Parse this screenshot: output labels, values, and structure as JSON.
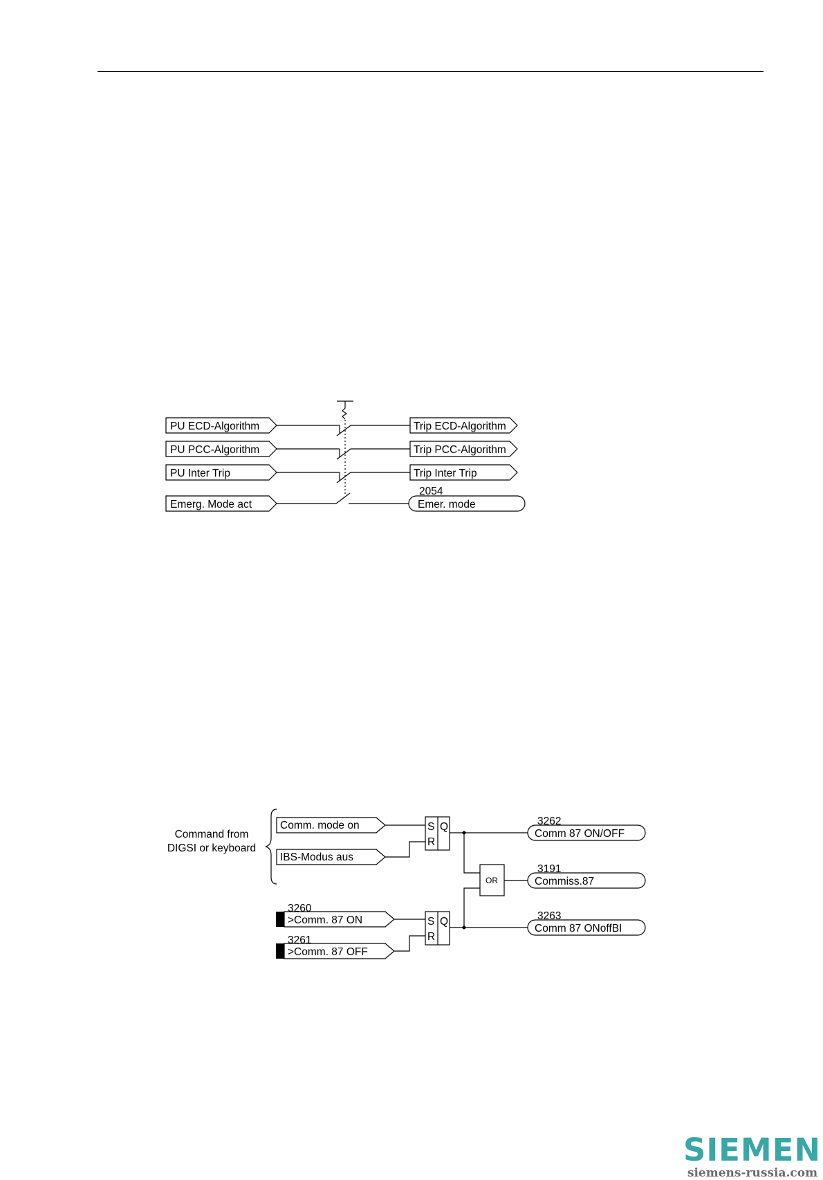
{
  "diagram1": {
    "inputs": [
      "PU ECD-Algorithm",
      "PU PCC-Algorithm",
      "PU Inter Trip",
      "Emerg. Mode act"
    ],
    "outputs": [
      "Trip ECD-Algorithm",
      "Trip PCC-Algorithm",
      "Trip Inter Trip"
    ],
    "message": {
      "number": "2054",
      "label": "Emer. mode"
    }
  },
  "diagram2": {
    "command_label": [
      "Command from",
      "DIGSI or keyboard"
    ],
    "commands": [
      "Comm. mode on",
      "IBS-Modus aus"
    ],
    "binary_inputs": [
      {
        "number": "3260",
        "label": ">Comm. 87 ON"
      },
      {
        "number": "3261",
        "label": ">Comm. 87 OFF"
      }
    ],
    "flipflop": {
      "s": "S",
      "r": "R",
      "q": "Q"
    },
    "or_gate": "OR",
    "outputs": [
      {
        "number": "3262",
        "label": "Comm 87 ON/OFF"
      },
      {
        "number": "3191",
        "label": "Commiss.87"
      },
      {
        "number": "3263",
        "label": "Comm 87 ONoffBI"
      }
    ]
  },
  "logo": {
    "brand": "SIEMENS",
    "site": "siemens-russia.com",
    "color": "#3aa6a6"
  }
}
